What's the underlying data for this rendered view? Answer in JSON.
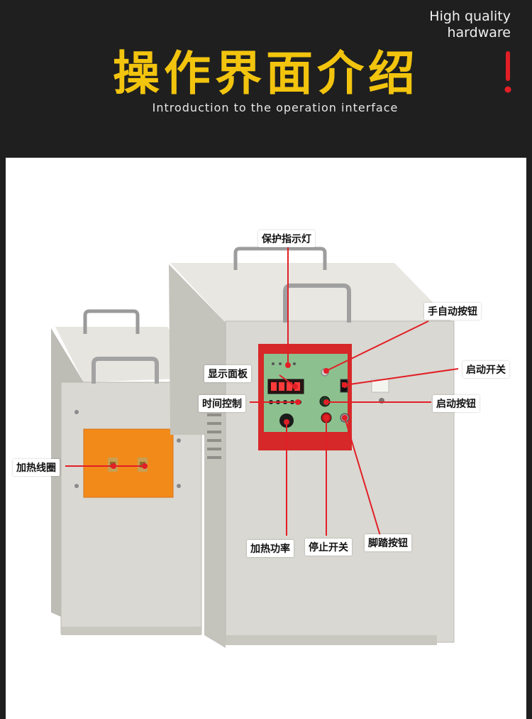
{
  "header": {
    "title_cn": "操作界面介绍",
    "subtitle_en": "Introduction to the operation interface",
    "badge_line1": "High quality",
    "badge_line2": "hardware"
  },
  "labels": {
    "protect_light": "保护指示灯",
    "manual_auto_button": "手自动按钮",
    "display_panel": "显示面板",
    "start_switch": "启动开关",
    "time_control": "时间控制",
    "start_button": "启动按钮",
    "heating_coil": "加热线圈",
    "heating_power": "加热功率",
    "stop_switch": "停止开关",
    "foot_button": "脚踏按钮"
  },
  "colors": {
    "background": "#1f1f1f",
    "title": "#f2c40e",
    "accent_red": "#e21f26",
    "cabinet": "#d9d8d2",
    "orange_panel": "#f28a1a",
    "control_red": "#d62828",
    "control_green": "#8dc08f"
  }
}
